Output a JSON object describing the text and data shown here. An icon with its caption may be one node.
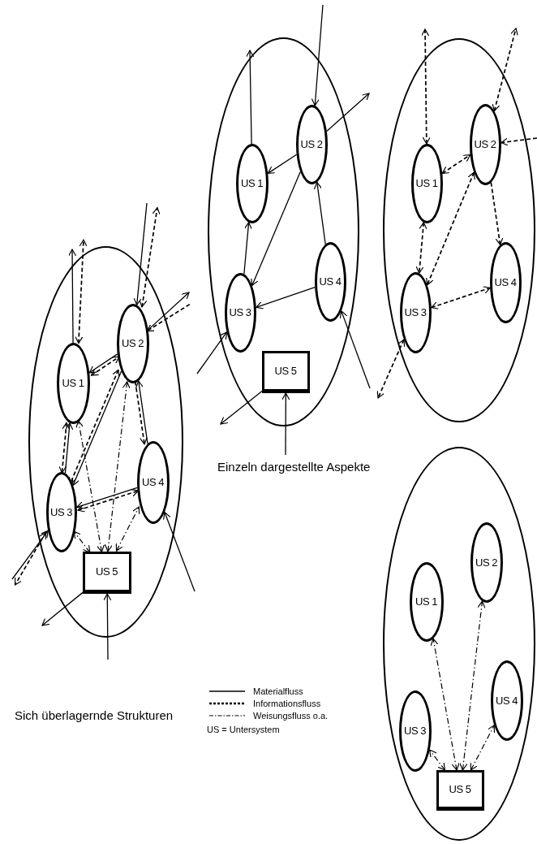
{
  "diagram": {
    "nodes": [
      {
        "text": [],
        "shape": "circle"
      },
      {
        "text": [
          "US 1"
        ],
        "in": 0
      },
      {
        "text": [
          "US 2"
        ],
        "in": 0
      },
      {
        "text": [
          "US 3"
        ],
        "in": 0
      },
      {
        "text": [
          "US 4"
        ],
        "in": 0
      },
      {
        "text": [
          "US 5"
        ],
        "in": 0
      },
      {
        "text": [],
        "shape": "circle"
      },
      {
        "text": [
          "US 1"
        ],
        "in": 6
      },
      {
        "text": [
          "US 2"
        ],
        "in": 6
      },
      {
        "text": [
          "US 3"
        ],
        "in": 6
      },
      {
        "text": [
          "US 4"
        ],
        "in": 6
      },
      {
        "text": [
          "US 5"
        ],
        "in": 6
      },
      {
        "text": [],
        "shape": "circle"
      },
      {
        "text": [
          "US 1"
        ],
        "in": 12
      },
      {
        "text": [
          "US 2"
        ],
        "in": 12
      },
      {
        "text": [
          "US 3"
        ],
        "in": 12
      },
      {
        "text": [
          "US 4"
        ],
        "in": 12
      },
      {
        "text": [],
        "shape": "circle"
      },
      {
        "text": [
          "US 1"
        ],
        "in": 17
      },
      {
        "text": [
          "US 2"
        ],
        "in": 17
      },
      {
        "text": [
          "US 3"
        ],
        "in": 17
      },
      {
        "text": [
          "US 4"
        ],
        "in": 17
      },
      {
        "text": [
          "US 5"
        ],
        "in": 17
      }
    ],
    "edges": [
      {
        "from": 1,
        "to": null,
        "arrow": "to"
      },
      {
        "from": null,
        "to": 2,
        "arrow": "to"
      },
      {
        "from": 2,
        "to": 1,
        "arrow": "to"
      },
      {
        "from": 2,
        "to": null,
        "arrow": "to"
      },
      {
        "from": 2,
        "to": 3,
        "arrow": "to"
      },
      {
        "from": 3,
        "to": 1,
        "arrow": "to"
      },
      {
        "from": 4,
        "to": 2,
        "arrow": "to"
      },
      {
        "from": 4,
        "to": 3,
        "arrow": "to"
      },
      {
        "from": null,
        "to": 3,
        "arrow": "to"
      },
      {
        "from": null,
        "to": 4,
        "arrow": "to"
      },
      {
        "from": 5,
        "to": null,
        "arrow": "to"
      },
      {
        "from": null,
        "to": 5,
        "arrow": "to"
      },
      {
        "from": 1,
        "to": null,
        "arrow": "both",
        "style": "dashed"
      },
      {
        "from": 2,
        "to": null,
        "arrow": "both",
        "style": "dashed"
      },
      {
        "from": null,
        "to": 2,
        "arrow": "to",
        "style": "dashed"
      },
      {
        "from": 1,
        "to": 2,
        "arrow": "both",
        "style": "dashed"
      },
      {
        "from": 2,
        "to": 3,
        "arrow": "both",
        "style": "dashed"
      },
      {
        "from": 2,
        "to": 4,
        "arrow": "to",
        "style": "dashed"
      },
      {
        "from": 1,
        "to": 3,
        "arrow": "both",
        "style": "dashed"
      },
      {
        "from": 3,
        "to": 4,
        "arrow": "both",
        "style": "dashed"
      },
      {
        "from": 3,
        "to": null,
        "arrow": "both",
        "style": "dashed"
      },
      {
        "from": 5,
        "to": 1,
        "arrow": "both",
        "style": "dashed"
      },
      {
        "from": 5,
        "to": 2,
        "arrow": "both",
        "style": "dashed"
      },
      {
        "from": 5,
        "to": 3,
        "arrow": "both",
        "style": "dashed"
      },
      {
        "from": 5,
        "to": 4,
        "arrow": "both",
        "style": "dashed"
      },
      {
        "from": 7,
        "to": null,
        "arrow": "to"
      },
      {
        "from": null,
        "to": 8,
        "arrow": "to"
      },
      {
        "from": 8,
        "to": 7,
        "arrow": "to"
      },
      {
        "from": 8,
        "to": null,
        "arrow": "to"
      },
      {
        "from": 8,
        "to": 9,
        "arrow": "to"
      },
      {
        "from": 9,
        "to": 7,
        "arrow": "to"
      },
      {
        "from": 10,
        "to": 8,
        "arrow": "to"
      },
      {
        "from": 10,
        "to": 9,
        "arrow": "to"
      },
      {
        "from": null,
        "to": 9,
        "arrow": "to"
      },
      {
        "from": null,
        "to": 10,
        "arrow": "to"
      },
      {
        "from": 11,
        "to": null,
        "arrow": "to"
      },
      {
        "from": null,
        "to": 11,
        "arrow": "to"
      },
      {
        "from": 13,
        "to": null,
        "arrow": "both",
        "style": "dashed"
      },
      {
        "from": 14,
        "to": null,
        "arrow": "both",
        "style": "dashed"
      },
      {
        "from": null,
        "to": 14,
        "arrow": "to",
        "style": "dashed"
      },
      {
        "from": 13,
        "to": 14,
        "arrow": "both",
        "style": "dashed"
      },
      {
        "from": 14,
        "to": 15,
        "arrow": "both",
        "style": "dashed"
      },
      {
        "from": 14,
        "to": 16,
        "arrow": "to",
        "style": "dashed"
      },
      {
        "from": 13,
        "to": 15,
        "arrow": "both",
        "style": "dashed"
      },
      {
        "from": 15,
        "to": 16,
        "arrow": "both",
        "style": "dashed"
      },
      {
        "from": 15,
        "to": null,
        "arrow": "both",
        "style": "dashed"
      },
      {
        "from": 22,
        "to": 18,
        "arrow": "both",
        "style": "dashed"
      },
      {
        "from": 22,
        "to": 19,
        "arrow": "both",
        "style": "dashed"
      },
      {
        "from": 22,
        "to": 20,
        "arrow": "both",
        "style": "dashed"
      },
      {
        "from": 22,
        "to": 21,
        "arrow": "both",
        "style": "dashed"
      }
    ],
    "labels": [
      "Einzeln dargestellte Aspekte",
      "Sich überlagernde Strukturen",
      "US = Untersystem"
    ],
    "legend": [
      {
        "text": "Materialfluss"
      },
      {
        "text": "Informationsfluss"
      },
      {
        "text": "Weisungsfluss o.a."
      }
    ]
  }
}
